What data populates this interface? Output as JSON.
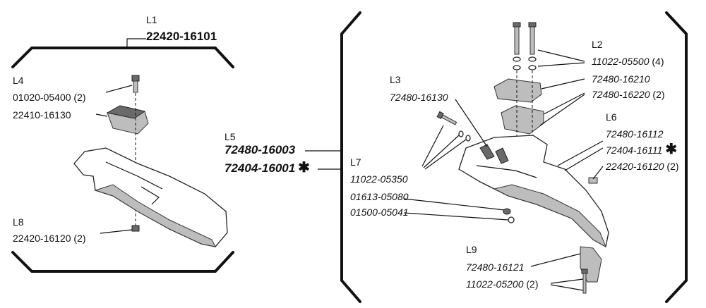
{
  "left_assembly": {
    "l1": {
      "id": "L1",
      "part": "22420-16101"
    },
    "l4": {
      "id": "L4",
      "part1": "01020-05400",
      "qty1": "(2)",
      "part2": "22410-16130"
    },
    "l8": {
      "id": "L8",
      "part": "22420-16120",
      "qty": "(2)"
    }
  },
  "center": {
    "l5": {
      "id": "L5",
      "part1": "72480-16003",
      "part2": "72404-16001",
      "star": "✱"
    }
  },
  "right_assembly": {
    "l2": {
      "id": "L2",
      "part1": "11022-05500",
      "qty1": "(4)",
      "part2": "72480-16210",
      "part3": "72480-16220",
      "qty3": "(2)"
    },
    "l3": {
      "id": "L3",
      "part": "72480-16130"
    },
    "l6": {
      "id": "L6",
      "part1": "72480-16112",
      "part2": "72404-16111",
      "star": "✱",
      "part3": "22420-16120",
      "qty3": "(2)"
    },
    "l7": {
      "id": "L7",
      "part1": "11022-05350",
      "part2": "01613-05080",
      "part3": "01500-05041"
    },
    "l9": {
      "id": "L9",
      "part1": "72480-16121",
      "part2": "11022-05200",
      "qty2": "(2)"
    }
  }
}
